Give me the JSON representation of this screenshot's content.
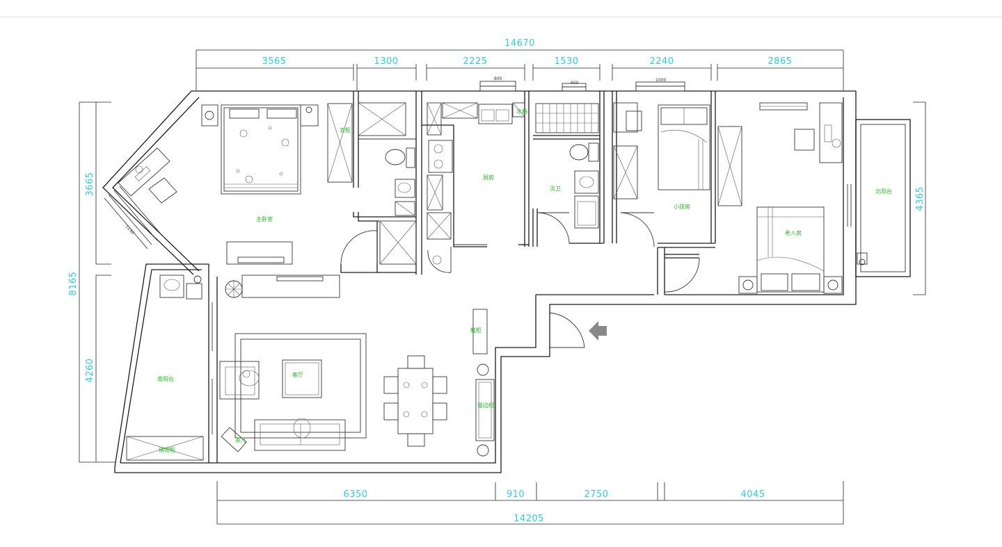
{
  "dimensions": {
    "top_total": "14670",
    "top_segments": [
      "3565",
      "1300",
      "2225",
      "1530",
      "2240",
      "2865"
    ],
    "bottom_total": "14205",
    "bottom_segments": [
      "6350",
      "910",
      "2750",
      "4045"
    ],
    "left_total": "8165",
    "left_segments": [
      "3665",
      "4260"
    ],
    "right": "4365",
    "window_widths": [
      "800",
      "600",
      "1000"
    ],
    "bay_window": "1130"
  },
  "rooms": {
    "master_bedroom": "主卧室",
    "wardrobe": "衣柜",
    "kitchen": "厨房",
    "second_bath": "次卫",
    "small_bedroom": "小孩房",
    "elder_bedroom": "老人房",
    "north_balcony": "北阳台",
    "south_balcony": "南阳台",
    "living_room": "客厅",
    "storage_cabinet": "储物柜",
    "shoe_cabinet": "鞋柜",
    "dining_cabinet": "餐边柜",
    "tea_table": "茶几",
    "fridge": "冰箱"
  },
  "colors": {
    "dimension_text": "#2bd0dc",
    "room_label": "#22bb22",
    "line": "#1a1a1a",
    "entry_arrow": "#888888"
  },
  "icons": [
    "entry-arrow-icon",
    "plant-icon",
    "door-swing-icon"
  ]
}
